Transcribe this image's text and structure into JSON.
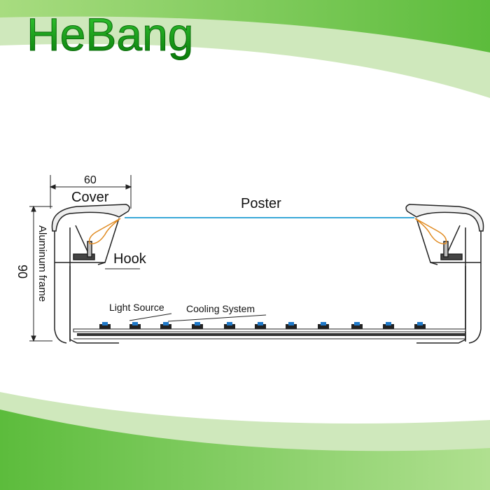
{
  "brand": {
    "name": "HeBang",
    "color": "#1a9a1a"
  },
  "dimensions": {
    "width_value": "60",
    "height_value": "90"
  },
  "labels": {
    "cover": "Cover",
    "poster": "Poster",
    "hook": "Hook",
    "aluminum_frame": "Aluminum frame",
    "light_source": "Light Source",
    "cooling_system": "Cooling System"
  },
  "colors": {
    "poster_line": "#3aa8d8",
    "led": "#1e78c8",
    "wire": "#e08a20",
    "swoosh": "#7cc850"
  }
}
